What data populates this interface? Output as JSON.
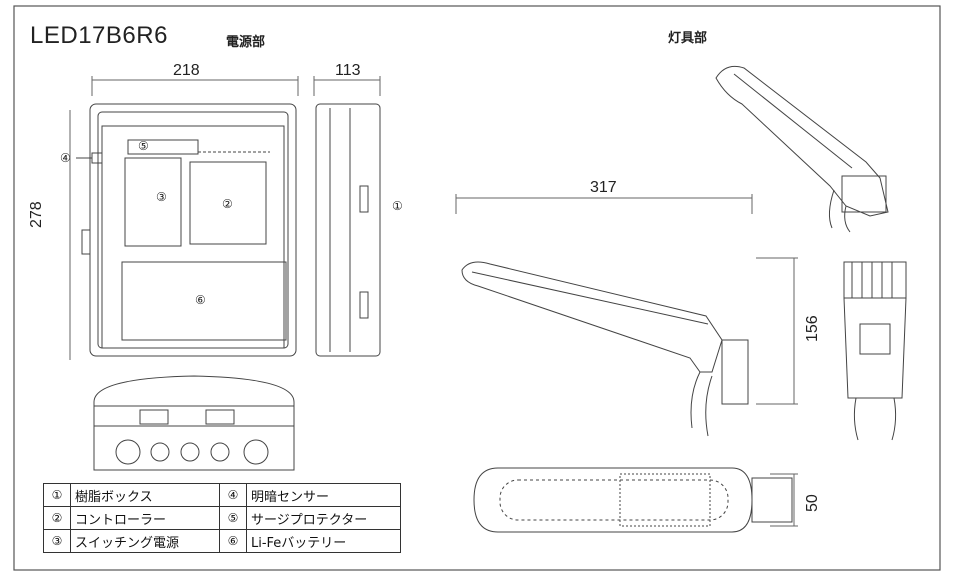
{
  "header": {
    "model": "LED17B6R6",
    "power_section": "電源部",
    "light_section": "灯具部"
  },
  "dimensions": {
    "power_width": "218",
    "power_depth": "113",
    "power_height": "278",
    "light_length": "317",
    "light_height": "156",
    "light_width": "50"
  },
  "callouts": [
    "①",
    "②",
    "③",
    "④",
    "⑤",
    "⑥"
  ],
  "legend": [
    {
      "num": "①",
      "label": "樹脂ボックス",
      "num2": "④",
      "label2": "明暗センサー"
    },
    {
      "num": "②",
      "label": "コントローラー",
      "num2": "⑤",
      "label2": "サージプロテクター"
    },
    {
      "num": "③",
      "label": "スイッチング電源",
      "num2": "⑥",
      "label2": "Li-Feバッテリー"
    }
  ]
}
